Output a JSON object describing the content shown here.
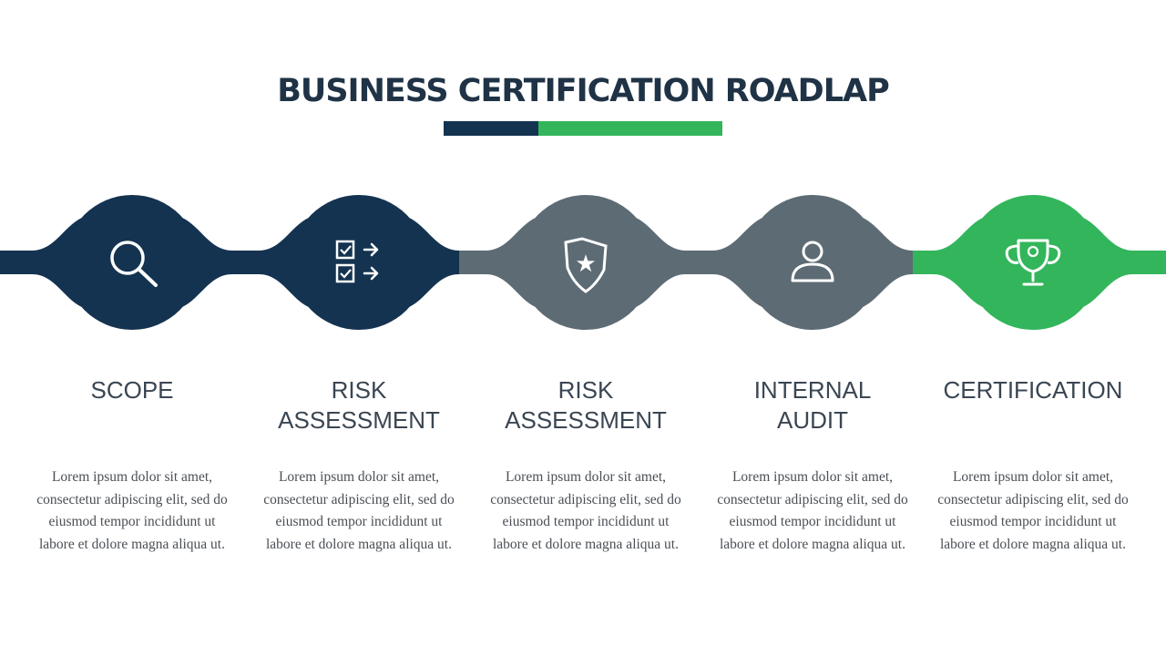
{
  "title": "BUSINESS CERTIFICATION ROADLAP",
  "colors": {
    "navy": "#143350",
    "slate": "#5d6b74",
    "green": "#33b55b",
    "title_text": "#203346",
    "white": "#ffffff"
  },
  "steps": [
    {
      "icon": "magnifier-icon",
      "color": "navy",
      "title_lines": [
        "SCOPE"
      ],
      "description": "Lorem ipsum dolor sit amet, consectetur adipiscing elit, sed do eiusmod tempor incididunt ut labore et dolore magna aliqua ut."
    },
    {
      "icon": "checklist-icon",
      "color": "navy",
      "title_lines": [
        "RISK",
        "ASSESSMENT"
      ],
      "description": "Lorem ipsum dolor sit amet, consectetur adipiscing elit, sed do eiusmod tempor incididunt ut labore et dolore magna aliqua ut."
    },
    {
      "icon": "shield-icon",
      "color": "slate",
      "title_lines": [
        "RISK",
        "ASSESSMENT"
      ],
      "description": "Lorem ipsum dolor sit amet, consectetur adipiscing elit, sed do eiusmod tempor incididunt ut labore et dolore magna aliqua ut."
    },
    {
      "icon": "person-icon",
      "color": "slate",
      "title_lines": [
        "INTERNAL",
        "AUDIT"
      ],
      "description": "Lorem ipsum dolor sit amet, consectetur adipiscing elit, sed do eiusmod tempor incididunt ut labore et dolore magna aliqua ut."
    },
    {
      "icon": "trophy-icon",
      "color": "green",
      "title_lines": [
        "CERTIFICATION"
      ],
      "description": "Lorem ipsum dolor sit amet, consectetur adipiscing elit, sed do eiusmod tempor incididunt ut labore et dolore magna aliqua ut."
    }
  ]
}
